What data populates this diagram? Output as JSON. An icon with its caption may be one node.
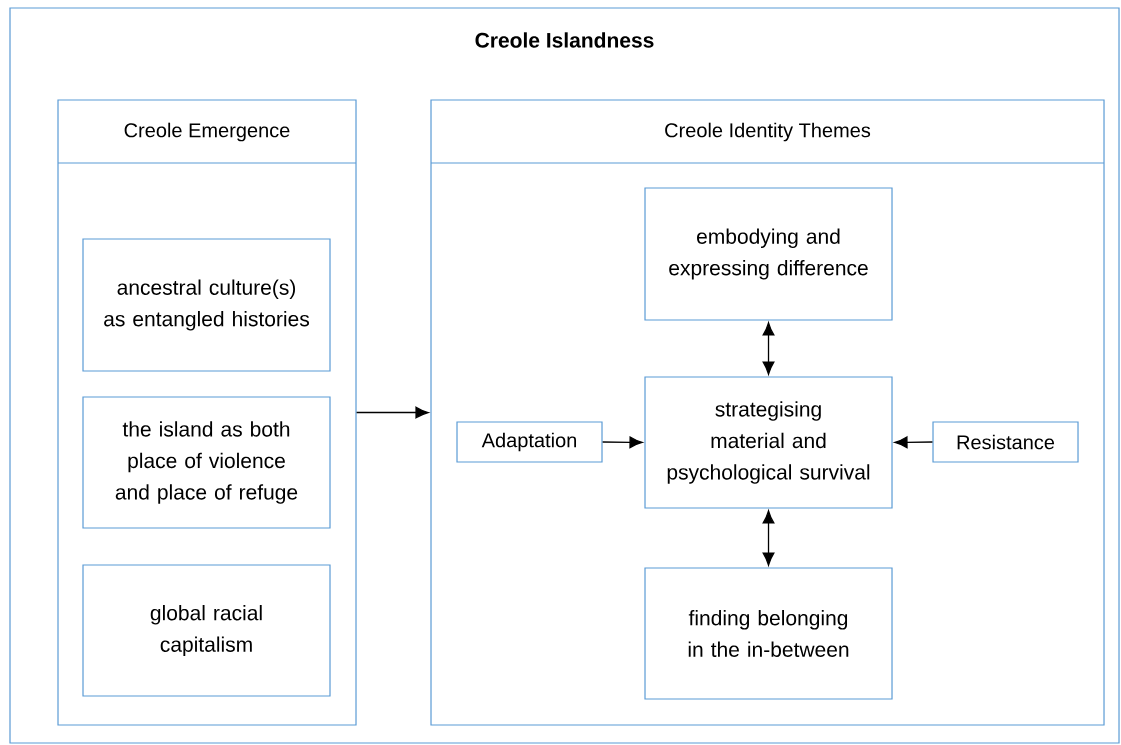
{
  "diagram": {
    "nodes": [
      {
        "text": [
          "Creole Islandness"
        ]
      },
      {
        "text": [
          "Creole Emergence"
        ],
        "in": 0
      },
      {
        "text": [
          "ancestral culture(s) as entangled histories"
        ],
        "in": 1
      },
      {
        "text": [
          "the island as both place of violence and place of refuge"
        ],
        "in": 1
      },
      {
        "text": [
          "global racial capitalism"
        ],
        "in": 1
      },
      {
        "text": [
          "Creole Identity Themes"
        ],
        "in": 0
      },
      {
        "text": [
          "embodying and expressing difference"
        ],
        "in": 5
      },
      {
        "text": [
          "strategising material and psychological survival"
        ],
        "in": 5
      },
      {
        "text": [
          "finding belonging in the in-between"
        ],
        "in": 5
      },
      {
        "text": [
          "Adaptation"
        ],
        "in": 5
      },
      {
        "text": [
          "Resistance"
        ],
        "in": 5
      }
    ],
    "edges": [
      {
        "from": 1,
        "to": 5,
        "arrow": "to"
      },
      {
        "from": 6,
        "to": 7,
        "arrow": "both"
      },
      {
        "from": 7,
        "to": 8,
        "arrow": "both"
      },
      {
        "from": 9,
        "to": 7,
        "arrow": "to"
      },
      {
        "from": 10,
        "to": 7,
        "arrow": "to"
      }
    ]
  }
}
